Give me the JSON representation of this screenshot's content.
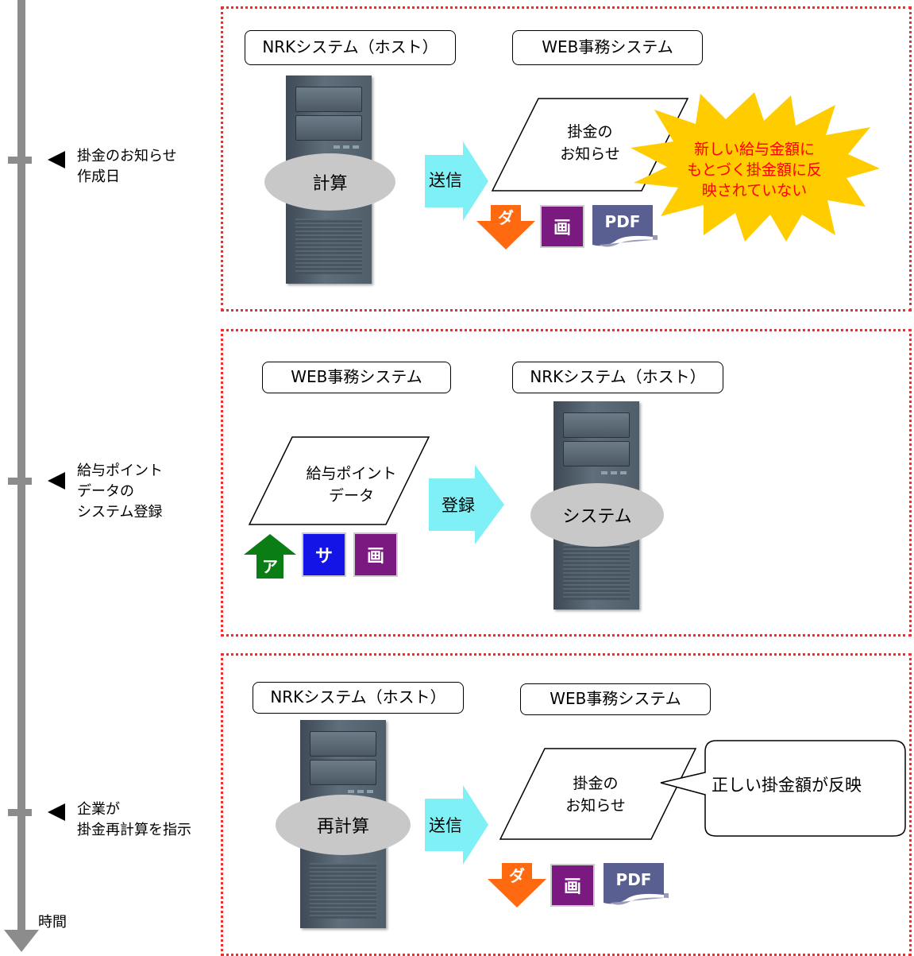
{
  "timeline": {
    "events": [
      {
        "lines": [
          "掛金のお知らせ",
          "作成日"
        ]
      },
      {
        "lines": [
          "給与ポイント",
          "データの",
          "システム登録"
        ]
      },
      {
        "lines": [
          "企業が",
          "掛金再計算を指示"
        ]
      }
    ],
    "axis_label": "時間"
  },
  "panel1": {
    "host_label": "NRKシステム（ホスト）",
    "web_label": "WEB事務システム",
    "server_action": "計算",
    "arrow_label": "送信",
    "doc_lines": [
      "掛金の",
      "お知らせ"
    ],
    "starburst_lines": [
      "新しい給与金額に",
      "もとづく掛金額に反",
      "映されていない"
    ],
    "icons": {
      "download": "ダ",
      "screen": "画",
      "pdf": "PDF"
    }
  },
  "panel2": {
    "web_label": "WEB事務システム",
    "host_label": "NRKシステム（ホスト）",
    "doc_lines": [
      "給与ポイント",
      "データ"
    ],
    "arrow_label": "登録",
    "server_action": "システム",
    "icons": {
      "upload": "ア",
      "service": "サ",
      "screen": "画"
    }
  },
  "panel3": {
    "host_label": "NRKシステム（ホスト）",
    "web_label": "WEB事務システム",
    "server_action": "再計算",
    "arrow_label": "送信",
    "doc_lines": [
      "掛金の",
      "お知らせ"
    ],
    "callout": "正しい掛金額が反映",
    "icons": {
      "download": "ダ",
      "screen": "画",
      "pdf": "PDF"
    }
  },
  "colors": {
    "panel_border": "#e53333",
    "arrow_cyan": "#7ff0f5",
    "download_orange": "#ff6a10",
    "upload_green": "#0a7d14",
    "screen_purple": "#7a1a80",
    "service_blue": "#1414e6",
    "pdf_slate": "#5a5f92",
    "starburst_yellow": "#ffcc00",
    "timeline_gray": "#8c8c8c"
  }
}
